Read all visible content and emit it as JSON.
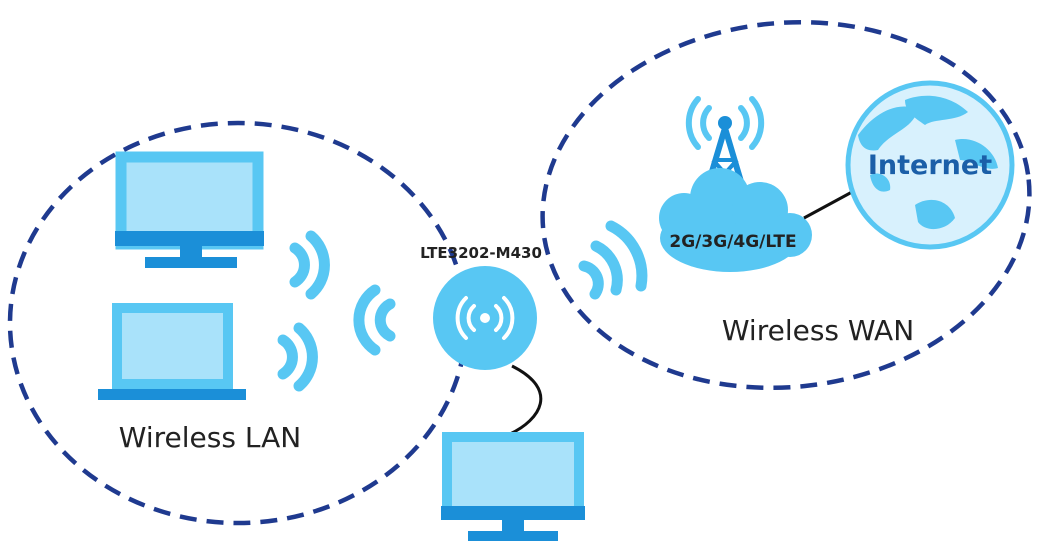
{
  "labels": {
    "device": "LTE3202-M430",
    "cellular": "2G/3G/4G/LTE",
    "internet": "Internet",
    "wireless_lan": "Wireless LAN",
    "wireless_wan": "Wireless WAN"
  },
  "icons": {
    "lan_monitor": "monitor-icon",
    "lan_laptop": "laptop-icon",
    "router": "router-icon",
    "wired_monitor": "monitor-icon",
    "tower": "cell-tower-icon",
    "cloud": "cloud-icon",
    "globe": "globe-icon",
    "wifi_waves": "wifi-wave-icon"
  },
  "colors": {
    "dashed_border": "#1f3a8f",
    "icon_fill": "#58c7f3",
    "icon_light": "#a9e2fa",
    "icon_dark": "#1b8fd8",
    "globe_fill": "#d8f1fd",
    "text_dark": "#222222",
    "connector": "#111111"
  }
}
